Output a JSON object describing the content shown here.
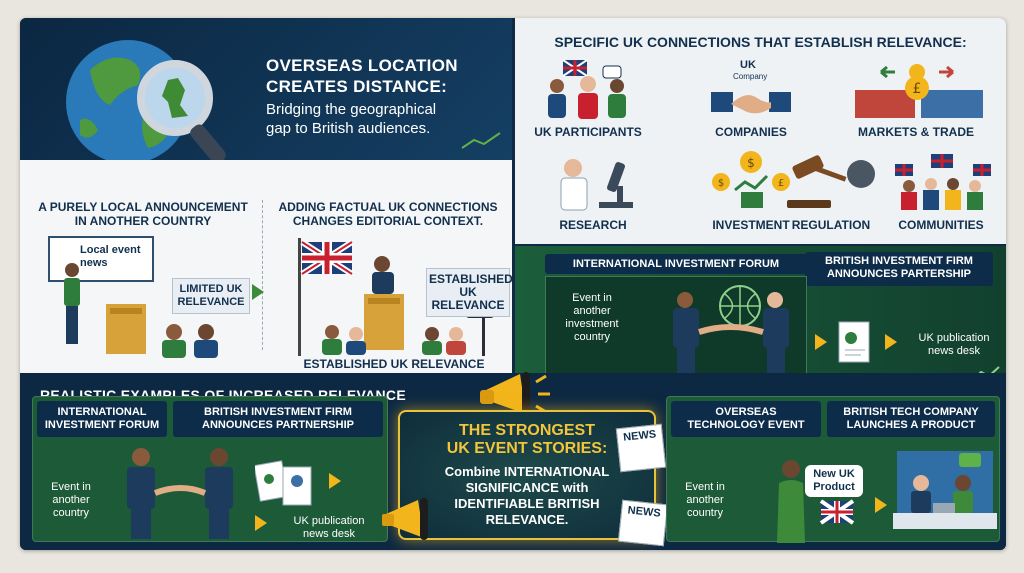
{
  "top_left": {
    "title_line1": "OVERSEAS LOCATION",
    "title_line2": "CREATES DISTANCE:",
    "subtitle_line1": "Bridging the geographical",
    "subtitle_line2": "gap to British audiences."
  },
  "connections": {
    "title": "SPECIFIC UK CONNECTIONS THAT ESTABLISH RELEVANCE:",
    "company_sign": "UK",
    "company_sign_sub": "Company",
    "items": [
      {
        "label": "UK PARTICIPANTS",
        "icon": "people-with-flag-icon"
      },
      {
        "label": "COMPANIES",
        "icon": "handshake-icon"
      },
      {
        "label": "MARKETS & TRADE",
        "icon": "shipping-containers-icon"
      },
      {
        "label": "RESEARCH",
        "icon": "microscope-icon"
      },
      {
        "label": "INVESTMENT",
        "icon": "coins-chart-icon"
      },
      {
        "label": "REGULATION",
        "icon": "gavel-icon"
      },
      {
        "label": "COMMUNITIES",
        "icon": "community-flags-icon"
      }
    ]
  },
  "middle_left": {
    "local_heading_line1": "A PURELY LOCAL ANNOUNCEMENT",
    "local_heading_line2": "IN ANOTHER COUNTRY",
    "factual_heading_line1": "ADDING FACTUAL UK CONNECTIONS",
    "factual_heading_line2": "CHANGES EDITORIAL CONTEXT.",
    "local_sign_line1": "Local event",
    "local_sign_line2": "news",
    "limited_line1": "LIMITED UK",
    "limited_line2": "RELEVANCE",
    "established_line1": "ESTABLISHED",
    "established_line2": "UK RELEVANCE",
    "established_bottom": "ESTABLISHED UK RELEVANCE"
  },
  "middle_right": {
    "forum_label": "INTERNATIONAL INVESTMENT FORUM",
    "firm_label_line1": "BRITISH INVESTMENT FIRM",
    "firm_label_line2": "ANNOUNCES PARTERSHIP",
    "event_line1": "Event in",
    "event_line2": "another",
    "event_line3": "investment",
    "event_line4": "country",
    "desk_line1": "UK publication",
    "desk_line2": "news desk"
  },
  "examples": {
    "title": "REALISTIC EXAMPLES OF INCREASED RELEVANCE",
    "left": {
      "tab1_line1": "INTERNATIONAL",
      "tab1_line2": "INVESTMENT FORUM",
      "tab2_line1": "BRITISH INVESTMENT FIRM",
      "tab2_line2": "ANNOUNCES PARTNERSHIP",
      "event_line1": "Event in",
      "event_line2": "another",
      "event_line3": "country",
      "desk_line1": "UK publication",
      "desk_line2": "news desk"
    },
    "center": {
      "headline_line1": "THE STRONGEST",
      "headline_line2": "UK EVENT STORIES:",
      "body_line1": "Combine INTERNATIONAL",
      "body_line2": "SIGNIFICANCE with",
      "body_line3": "IDENTIFIABLE BRITISH",
      "body_line4": "RELEVANCE.",
      "news_label": "NEWS"
    },
    "right": {
      "tab1_line1": "OVERSEAS",
      "tab1_line2": "TECHNOLOGY EVENT",
      "tab2_line1": "BRITISH TECH COMPANY",
      "tab2_line2": "LAUNCHES A PRODUCT",
      "event_line1": "Event in",
      "event_line2": "another",
      "event_line3": "country",
      "bubble_line1": "New UK",
      "bubble_line2": "Product"
    }
  },
  "colors": {
    "navy": "#0d2c4a",
    "green": "#2f7d3c",
    "accent_yellow": "#f2b51c",
    "light_panel": "#eef2f5"
  }
}
